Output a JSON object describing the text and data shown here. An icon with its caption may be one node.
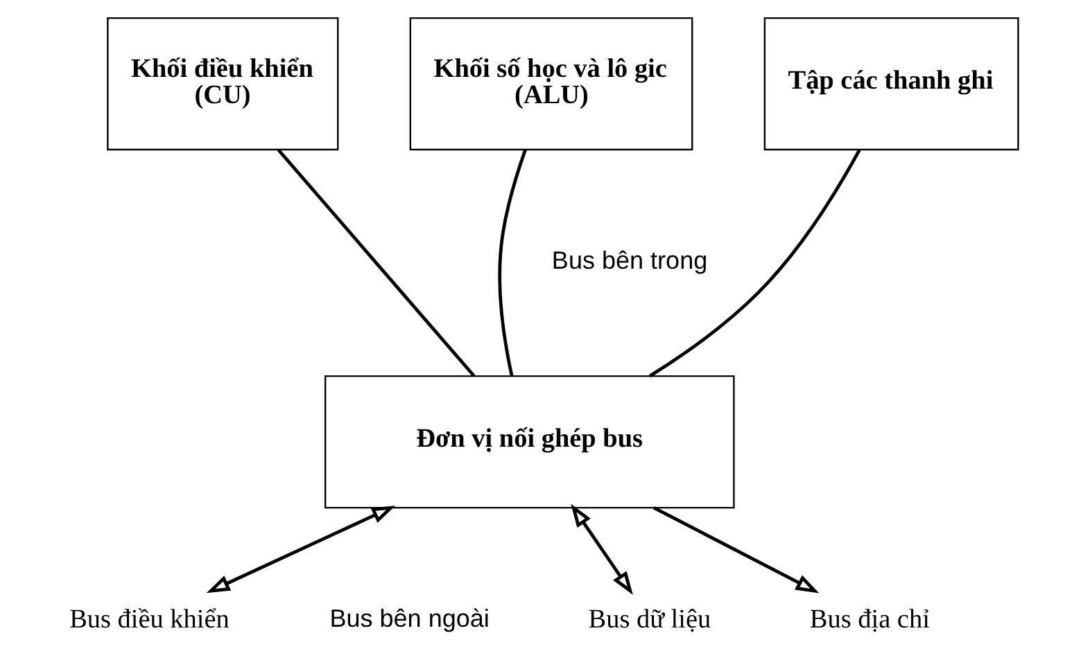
{
  "diagram": {
    "nodes": [
      {
        "text": [
          "Khối điều khiển",
          "(CU)"
        ]
      },
      {
        "text": [
          "Khối số học và lô gic",
          "(ALU)"
        ]
      },
      {
        "text": [
          "Tập các thanh ghi"
        ]
      },
      {
        "text": [
          "Đơn vị nối ghép bus"
        ]
      },
      {
        "text": [
          "Bus điều khiển"
        ]
      },
      {
        "text": [
          "Bus dữ liệu"
        ]
      },
      {
        "text": [
          "Bus địa chỉ"
        ]
      }
    ],
    "edges": [
      {
        "from": 0,
        "to": 3,
        "arrow": "none"
      },
      {
        "from": 1,
        "to": 3,
        "arrow": "none"
      },
      {
        "from": 2,
        "to": 3,
        "arrow": "none"
      },
      {
        "from": 3,
        "to": 4,
        "arrow": "both"
      },
      {
        "from": 3,
        "to": 5,
        "arrow": "both"
      },
      {
        "from": 3,
        "to": 6,
        "arrow": "to"
      }
    ],
    "labels": [
      "Bus bên trong",
      "Bus bên ngoài"
    ]
  }
}
